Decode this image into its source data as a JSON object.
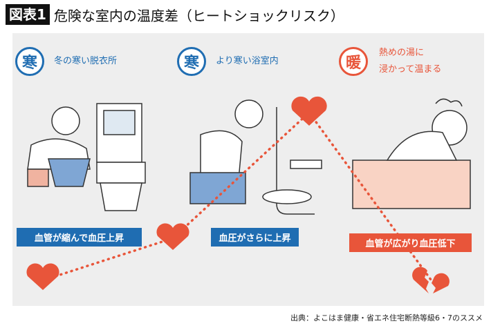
{
  "title": {
    "tag": "図表1",
    "text": "危険な室内の温度差（ヒートショックリスク）"
  },
  "scenes": [
    {
      "icon": "寒",
      "label": "冬の寒い脱衣所",
      "box": "血管が縮んで血圧上昇"
    },
    {
      "icon": "寒",
      "label": "より寒い浴室内",
      "box": "血圧がさらに上昇"
    },
    {
      "icon": "暖",
      "label_line1": "熱めの湯に",
      "label_line2": "浸かって温まる",
      "box": "血管が広がり血圧低下"
    }
  ],
  "source": "出典：よこはま健康・省エネ住宅断熱等級6・7のススメ",
  "colors": {
    "blue": "#1f6db2",
    "red": "#e8553a",
    "tub": "#f9d3c4"
  }
}
